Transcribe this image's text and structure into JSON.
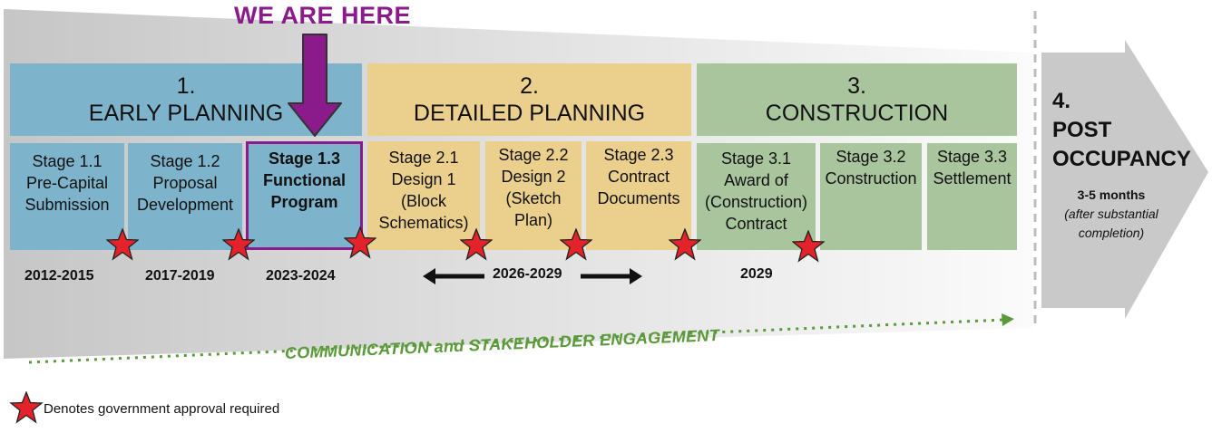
{
  "marker": {
    "text": "WE ARE HERE",
    "color": "#8b1a8b"
  },
  "phases": [
    {
      "number": "1.",
      "title": "EARLY PLANNING"
    },
    {
      "number": "2.",
      "title": "DETAILED PLANNING"
    },
    {
      "number": "3.",
      "title": "CONSTRUCTION"
    }
  ],
  "post_occupancy": {
    "number": "4.",
    "title_line1": "POST",
    "title_line2": "OCCUPANCY",
    "duration": "3-5 months",
    "note_line1": "(after substantial",
    "note_line2": "completion)"
  },
  "stages": [
    {
      "lines": [
        "Stage 1.1",
        "Pre-Capital",
        "Submission"
      ]
    },
    {
      "lines": [
        "Stage 1.2",
        "Proposal",
        "Development"
      ]
    },
    {
      "lines": [
        "Stage 1.3",
        "Functional",
        "Program"
      ]
    },
    {
      "lines": [
        "Stage 2.1",
        "Design 1",
        "(Block",
        "Schematics)"
      ]
    },
    {
      "lines": [
        "Stage 2.2",
        "Design 2",
        "(Sketch",
        "Plan)"
      ]
    },
    {
      "lines": [
        "Stage 2.3",
        "Contract",
        "Documents"
      ]
    },
    {
      "lines": [
        "Stage 3.1",
        "Award of",
        "(Construction)",
        "Contract"
      ]
    },
    {
      "lines": [
        "Stage 3.2",
        "Construction"
      ]
    },
    {
      "lines": [
        "Stage 3.3",
        "Settlement"
      ]
    }
  ],
  "years": {
    "y1": "2012-2015",
    "y2": "2017-2019",
    "y3": "2023-2024",
    "y4": "2026-2029",
    "y5": "2029"
  },
  "engagement": {
    "text": "COMMUNICATION and STAKEHOLDER ENGAGEMENT",
    "color": "#5a9a3a"
  },
  "legend": {
    "text": "Denotes government approval required"
  },
  "colors": {
    "early": "#7eb4cb",
    "detailed": "#ebcf8d",
    "construction": "#a9c59e",
    "highlight": "#8b1a8b",
    "star": "#e3222a",
    "arrow": "#c9c9c9"
  }
}
